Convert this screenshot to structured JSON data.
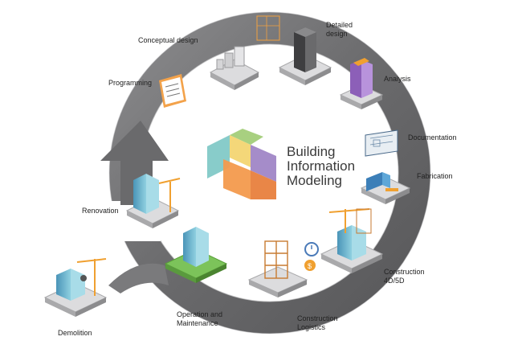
{
  "center": {
    "title_lines": [
      "Building",
      "Information",
      "Modeling"
    ],
    "logo_colors": [
      "#7bc6c4",
      "#f3d36a",
      "#a8d080",
      "#9b7fc3",
      "#f39a4d",
      "#e87f3d"
    ]
  },
  "stages": [
    {
      "label": "Conceptual design"
    },
    {
      "label": "Detailed\ndesign"
    },
    {
      "label": "Programming"
    },
    {
      "label": "Analysis"
    },
    {
      "label": "Documentation"
    },
    {
      "label": "Fabrication"
    },
    {
      "label": "Renovation"
    },
    {
      "label": "Construction\n4D/5D"
    },
    {
      "label": "Demolition"
    },
    {
      "label": "Operation and\nMaintenance"
    },
    {
      "label": "Construction\nLogistics"
    }
  ],
  "colors": {
    "ring": "#6e6e70",
    "ring_light": "#9a9a9c",
    "ring_edge": "#d4d4d6",
    "platform": "#e2e2e4",
    "platform_dark": "#a9a9ab",
    "building_blue": "#5fa7c8",
    "building_teal": "#79bfc0",
    "crane": "#f0a030",
    "purple": "#8c5fb8",
    "grass": "#7cc35a"
  },
  "icons": [
    "blueprint-icon",
    "clipboard-icon",
    "crane-icon",
    "stopwatch-icon",
    "coin-icon"
  ]
}
